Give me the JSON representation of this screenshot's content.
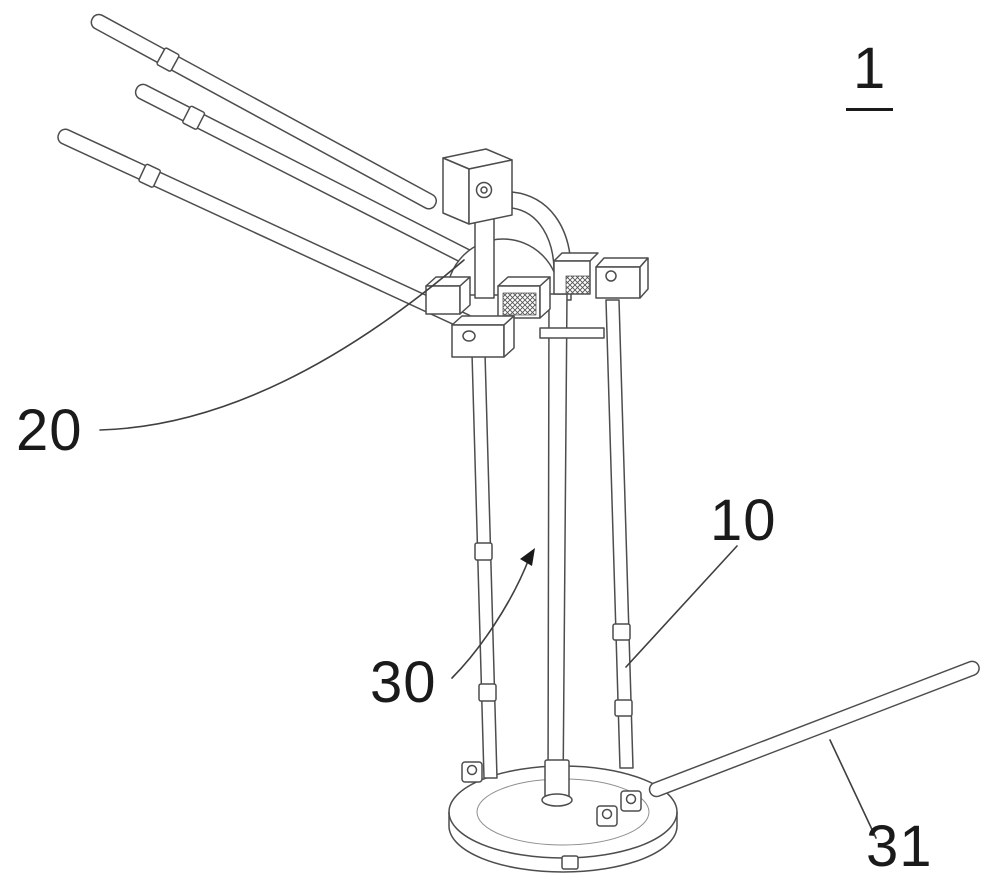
{
  "diagram": {
    "labels": {
      "fig": "1",
      "l20": "20",
      "l10": "10",
      "l30": "30",
      "l31": "31"
    },
    "colors": {
      "line": "#4d4d4d",
      "label": "#1a1a1a",
      "background": "#ffffff"
    }
  }
}
